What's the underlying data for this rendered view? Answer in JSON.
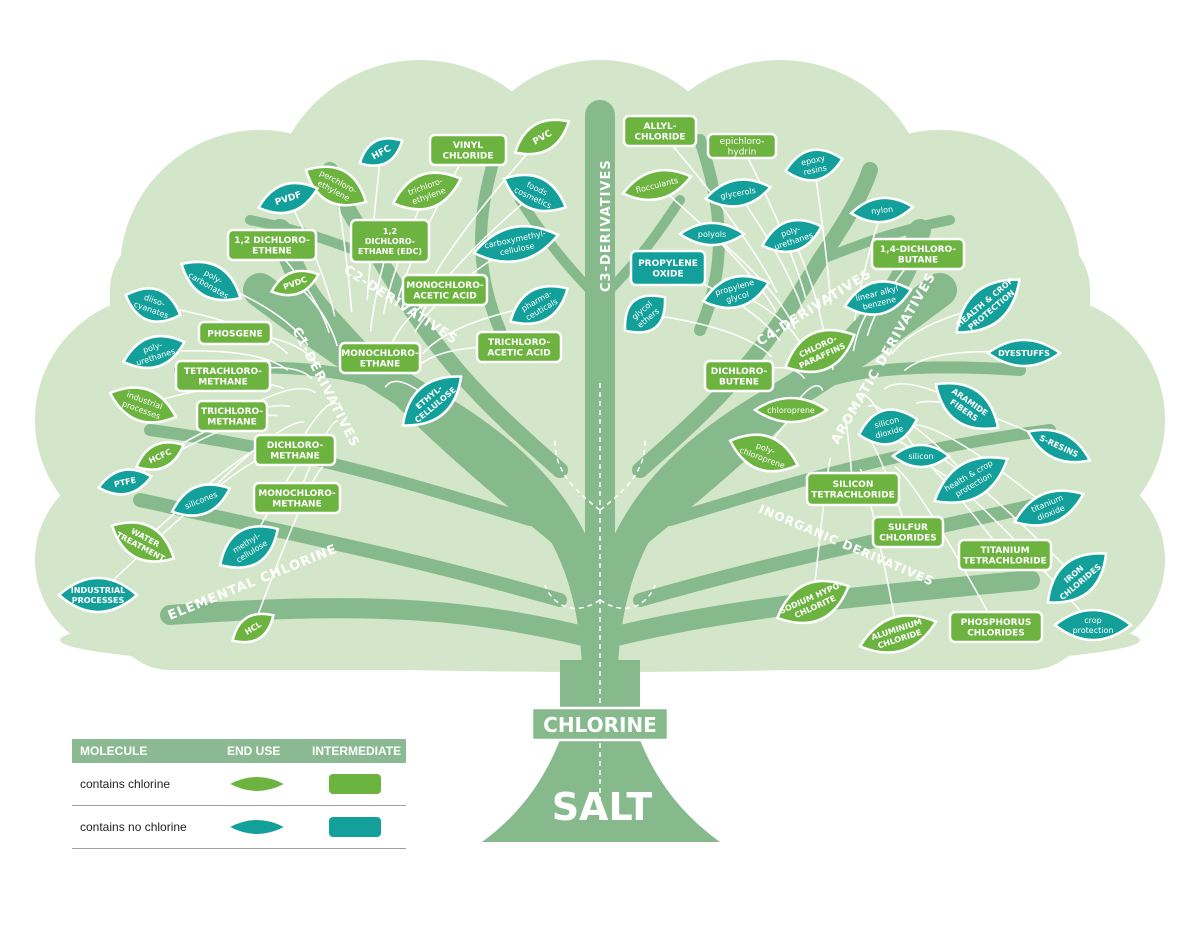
{
  "colors": {
    "canopy": "#d3e6c9",
    "tree": "#86b98c",
    "green_chlorine": "#6db33f",
    "teal_no_chlorine": "#14a09a",
    "legend_header": "#8ab992"
  },
  "trunk": {
    "chlorine": "CHLORINE",
    "salt": "SALT"
  },
  "branches": {
    "c1": "C1-DERIVATIVES",
    "c2": "C2-DERIVATIVES",
    "c3": "C3-DERIVATIVES",
    "c4": "C4-DERIVATIVES",
    "aromatic": "AROMATIC DERIVATIVES",
    "inorganic": "INORGANIC DERIVATIVES",
    "elemental": "ELEMENTAL CHLORINE"
  },
  "intermediates": [
    {
      "lines": [
        "VINYL",
        "CHLORIDE"
      ],
      "chlorine": true
    },
    {
      "lines": [
        "ALLYL-",
        "CHLORIDE"
      ],
      "chlorine": true
    },
    {
      "lines": [
        "epichloro-",
        "hydrin"
      ],
      "chlorine": true
    },
    {
      "lines": [
        "1,2 DICHLORO-",
        "ETHENE"
      ],
      "chlorine": true
    },
    {
      "lines": [
        "1,2",
        "DICHLORO-",
        "ETHANE (EDC)"
      ],
      "chlorine": true
    },
    {
      "lines": [
        "MONOCHLORO-",
        "ACETIC ACID"
      ],
      "chlorine": true
    },
    {
      "lines": [
        "PHOSGENE"
      ],
      "chlorine": true
    },
    {
      "lines": [
        "TETRACHLORO-",
        "METHANE"
      ],
      "chlorine": true
    },
    {
      "lines": [
        "TRICHLORO-",
        "METHANE"
      ],
      "chlorine": true
    },
    {
      "lines": [
        "MONOCHLORO-",
        "ETHANE"
      ],
      "chlorine": true
    },
    {
      "lines": [
        "TRICHLORO-",
        "ACETIC ACID"
      ],
      "chlorine": true
    },
    {
      "lines": [
        "DICHLORO-",
        "METHANE"
      ],
      "chlorine": true
    },
    {
      "lines": [
        "MONOCHLORO-",
        "METHANE"
      ],
      "chlorine": true
    },
    {
      "lines": [
        "PROPYLENE",
        "OXIDE"
      ],
      "chlorine": false
    },
    {
      "lines": [
        "1,4-DICHLORO-",
        "BUTANE"
      ],
      "chlorine": true
    },
    {
      "lines": [
        "DICHLORO-",
        "BUTENE"
      ],
      "chlorine": true
    },
    {
      "lines": [
        "SILICON",
        "TETRACHLORIDE"
      ],
      "chlorine": true
    },
    {
      "lines": [
        "SULFUR",
        "CHLORIDES"
      ],
      "chlorine": true
    },
    {
      "lines": [
        "TITANIUM",
        "TETRACHLORIDE"
      ],
      "chlorine": true
    },
    {
      "lines": [
        "PHOSPHORUS",
        "CHLORIDES"
      ],
      "chlorine": true
    }
  ],
  "end_uses": [
    {
      "lines": [
        "PVC"
      ],
      "chlorine": true
    },
    {
      "lines": [
        "HFC"
      ],
      "chlorine": false
    },
    {
      "lines": [
        "perchloro-",
        "ethylene"
      ],
      "chlorine": true
    },
    {
      "lines": [
        "trichloro-",
        "ethylene"
      ],
      "chlorine": true
    },
    {
      "lines": [
        "PVDF"
      ],
      "chlorine": false
    },
    {
      "lines": [
        "foods",
        "cosmetics"
      ],
      "chlorine": false
    },
    {
      "lines": [
        "flocculants"
      ],
      "chlorine": true
    },
    {
      "lines": [
        "epoxy",
        "resins"
      ],
      "chlorine": false
    },
    {
      "lines": [
        "glycerols"
      ],
      "chlorine": false
    },
    {
      "lines": [
        "nylon"
      ],
      "chlorine": false
    },
    {
      "lines": [
        "polyols"
      ],
      "chlorine": false
    },
    {
      "lines": [
        "poly-",
        "urethanes"
      ],
      "chlorine": false
    },
    {
      "lines": [
        "carboxymethyl-",
        "cellulose"
      ],
      "chlorine": false
    },
    {
      "lines": [
        "poly-",
        "carbonates"
      ],
      "chlorine": false
    },
    {
      "lines": [
        "PVDC"
      ],
      "chlorine": true
    },
    {
      "lines": [
        "diiso-",
        "cyanates"
      ],
      "chlorine": false
    },
    {
      "lines": [
        "pharma-",
        "ceuticals"
      ],
      "chlorine": false
    },
    {
      "lines": [
        "propylene",
        "glycol"
      ],
      "chlorine": false
    },
    {
      "lines": [
        "glycol",
        "ethers"
      ],
      "chlorine": false
    },
    {
      "lines": [
        "linear alkyl",
        "benzene"
      ],
      "chlorine": false
    },
    {
      "lines": [
        "HEALTH & CROP",
        "PROTECTION"
      ],
      "chlorine": false
    },
    {
      "lines": [
        "poly-",
        "urethanes"
      ],
      "chlorine": false
    },
    {
      "lines": [
        "CHLORO-",
        "PARAFFINS"
      ],
      "chlorine": true
    },
    {
      "lines": [
        "DYESTUFFS"
      ],
      "chlorine": false
    },
    {
      "lines": [
        "industrial",
        "processes"
      ],
      "chlorine": true
    },
    {
      "lines": [
        "ETHYL-",
        "CELLULOSE"
      ],
      "chlorine": false
    },
    {
      "lines": [
        "chloroprene"
      ],
      "chlorine": true
    },
    {
      "lines": [
        "ARAMIDE",
        "FIBERS"
      ],
      "chlorine": false
    },
    {
      "lines": [
        "silicon",
        "dioxide"
      ],
      "chlorine": false
    },
    {
      "lines": [
        "poly-",
        "chloroprene"
      ],
      "chlorine": true
    },
    {
      "lines": [
        "HCFC"
      ],
      "chlorine": true
    },
    {
      "lines": [
        "S-RESINS"
      ],
      "chlorine": false
    },
    {
      "lines": [
        "silicon"
      ],
      "chlorine": false
    },
    {
      "lines": [
        "PTFE"
      ],
      "chlorine": false
    },
    {
      "lines": [
        "silicones"
      ],
      "chlorine": false
    },
    {
      "lines": [
        "health & crop",
        "protection"
      ],
      "chlorine": false
    },
    {
      "lines": [
        "titanium",
        "dioxide"
      ],
      "chlorine": false
    },
    {
      "lines": [
        "WATER",
        "TREATMENT"
      ],
      "chlorine": true
    },
    {
      "lines": [
        "methyl-",
        "cellulose"
      ],
      "chlorine": false
    },
    {
      "lines": [
        "INDUSTRIAL",
        "PROCESSES"
      ],
      "chlorine": false
    },
    {
      "lines": [
        "IRON",
        "CHLORIDES"
      ],
      "chlorine": false
    },
    {
      "lines": [
        "SODIUM HYPO-",
        "CHLORITE"
      ],
      "chlorine": true
    },
    {
      "lines": [
        "crop",
        "protection"
      ],
      "chlorine": false
    },
    {
      "lines": [
        "ALUMINIUM",
        "CHLORIDE"
      ],
      "chlorine": true
    },
    {
      "lines": [
        "HCL"
      ],
      "chlorine": true
    }
  ],
  "legend": {
    "header": {
      "molecule": "MOLECULE",
      "end_use": "END USE",
      "intermediate": "INTERMEDIATE"
    },
    "rows": [
      {
        "label": "contains chlorine",
        "chlorine": true
      },
      {
        "label": "contains no chlorine",
        "chlorine": false
      }
    ]
  }
}
